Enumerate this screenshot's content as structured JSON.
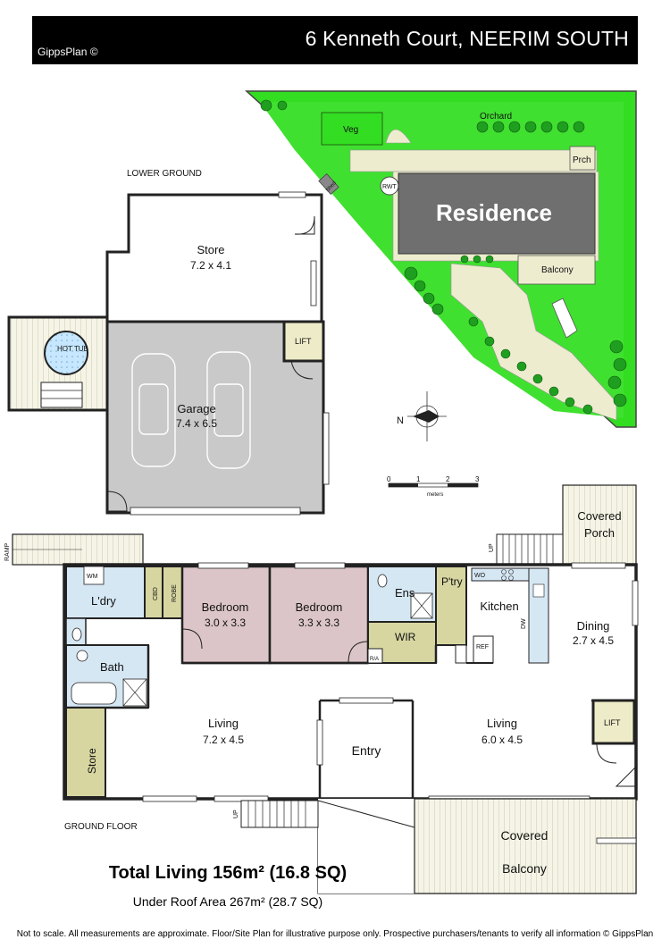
{
  "header": {
    "brand": "GippsPlan ©",
    "address": "6 Kenneth Court, NEERIM SOUTH"
  },
  "site_plan": {
    "labels": {
      "orchard": "Orchard",
      "veg": "Veg",
      "porch": "Prch",
      "rwt": "RWT",
      "shed": "Shed",
      "residence": "Residence",
      "balcony": "Balcony"
    }
  },
  "compass": {
    "north": "N"
  },
  "scale_bar": {
    "ticks": [
      "0",
      "1",
      "2",
      "3"
    ],
    "unit": "meters"
  },
  "lower_ground": {
    "level_label": "LOWER GROUND",
    "store": {
      "name": "Store",
      "size": "7.2 x 4.1"
    },
    "hot_tub": "HOT TUB",
    "lift": "LIFT",
    "garage": {
      "name": "Garage",
      "size": "7.4 x 6.5"
    }
  },
  "ground_floor": {
    "level_label": "GROUND FLOOR",
    "ramp": "RAMP",
    "up_labels": [
      "UP",
      "UP"
    ],
    "covered_porch_line1": "Covered",
    "covered_porch_line2": "Porch",
    "wm": "WM",
    "laundry": "L'dry",
    "cbd": "CBD",
    "robe": "ROBE",
    "bedroom1": {
      "name": "Bedroom",
      "size": "3.0 x 3.3"
    },
    "bedroom2": {
      "name": "Bedroom",
      "size": "3.3 x 3.3"
    },
    "ensuite": "Ens",
    "pantry": "P'try",
    "wo": "WO",
    "kitchen": "Kitchen",
    "dw": "DW",
    "ref": "REF",
    "dining": {
      "name": "Dining",
      "size": "2.7 x 4.5"
    },
    "wir": "WIR",
    "ra": "R/A",
    "bath": "Bath",
    "living_left": {
      "name": "Living",
      "size": "7.2 x 4.5"
    },
    "store": "Store",
    "entry": "Entry",
    "living_right": {
      "name": "Living",
      "size": "6.0 x 4.5"
    },
    "lift": "LIFT",
    "covered_balcony_line1": "Covered",
    "covered_balcony_line2": "Balcony"
  },
  "totals": {
    "total_living": "Total Living 156m² (16.8 SQ)",
    "under_roof": "Under Roof Area 267m² (28.7 SQ)"
  },
  "footer": "Not to scale. All measurements are approximate. Floor/Site Plan for illustrative purpose only. Prospective purchasers/tenants to verify all information © GippsPlan",
  "colors": {
    "header_bg": "#000000",
    "garage_fill": "#c9c9c9",
    "bedroom_fill": "#dcc5c8",
    "wet_area_fill": "#d6e7f4",
    "robe_fill": "#d7d6a1",
    "lawn_green": "#33dd22",
    "residence_grey": "#6f6f6f"
  }
}
